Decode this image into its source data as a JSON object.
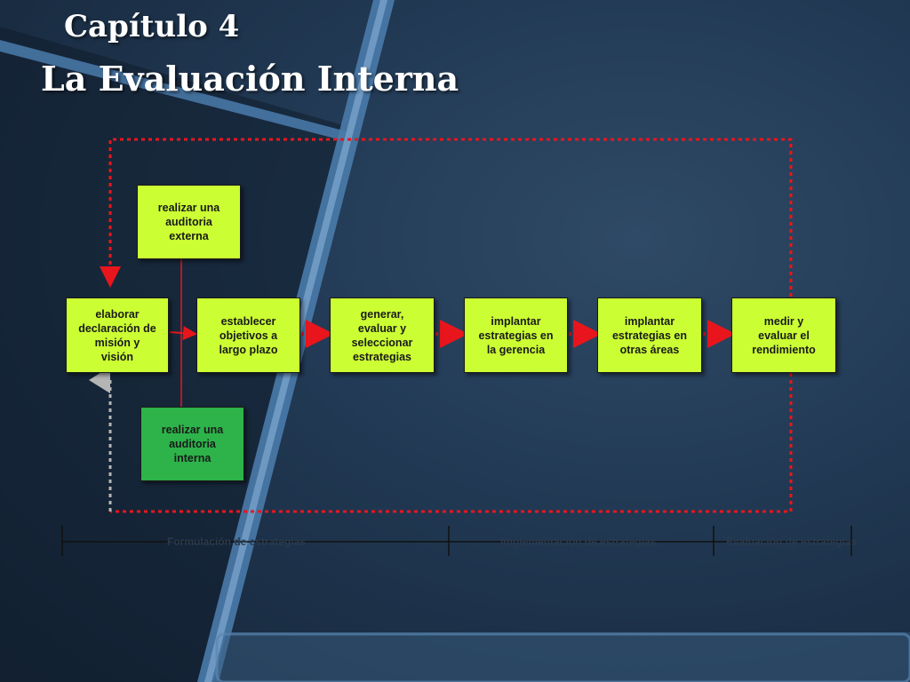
{
  "slide": {
    "title_line1": "Capítulo 4",
    "title_line2": "La Evaluación Interna"
  },
  "colors": {
    "box_fill": "#ccff33",
    "box_highlight": "#2db34a",
    "arrow_red": "#e8161c",
    "arrow_gray": "#b5b5b5",
    "background": "#1e3550"
  },
  "diagram": {
    "boxes": {
      "external_audit": "realizar una\nauditoria\nexterna",
      "mission_vision": "elaborar\ndeclaración de\nmisión y\nvisión",
      "long_term_objectives": "establecer\nobjetivos a\nlargo plazo",
      "generate_strategies": "generar,\nevaluar y\nseleccionar\nestrategias",
      "implement_management": "implantar\nestrategias en\nla gerencia",
      "implement_other_areas": "implantar\nestrategias en\notras áreas",
      "measure_performance": "medir y\nevaluar el\nrendimiento",
      "internal_audit": "realizar una\nauditoria\ninterna"
    },
    "phases": {
      "formulation": "Formulación de estrategias",
      "implementation": "Implementación de estrategias",
      "evaluation": "Evaluación de estrategias"
    }
  }
}
